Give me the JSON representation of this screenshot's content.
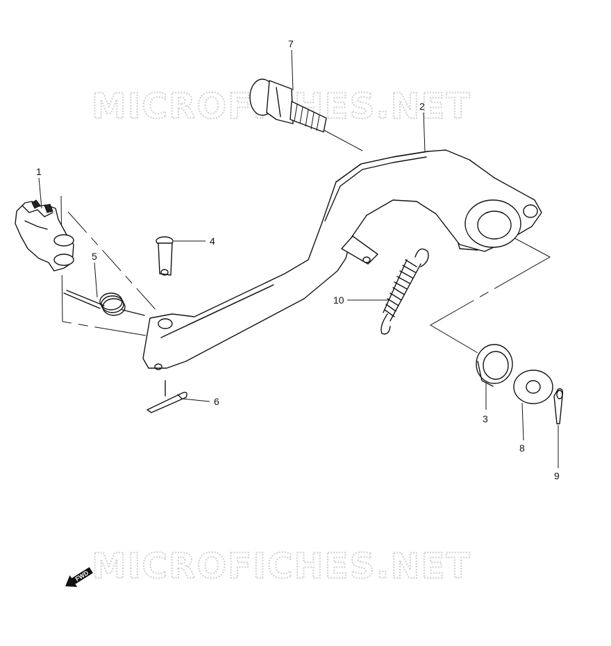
{
  "watermark": {
    "top": "MICROFICHES.NET",
    "bottom": "MICROFICHES.NET"
  },
  "direction_badge": {
    "label": "FWD",
    "icon": "forward-arrow-icon"
  },
  "callouts": [
    {
      "id": "1",
      "label": "1"
    },
    {
      "id": "2",
      "label": "2"
    },
    {
      "id": "3",
      "label": "3"
    },
    {
      "id": "4",
      "label": "4"
    },
    {
      "id": "5",
      "label": "5"
    },
    {
      "id": "6",
      "label": "6"
    },
    {
      "id": "7",
      "label": "7"
    },
    {
      "id": "8",
      "label": "8"
    },
    {
      "id": "9",
      "label": "9"
    },
    {
      "id": "10",
      "label": "10"
    }
  ]
}
